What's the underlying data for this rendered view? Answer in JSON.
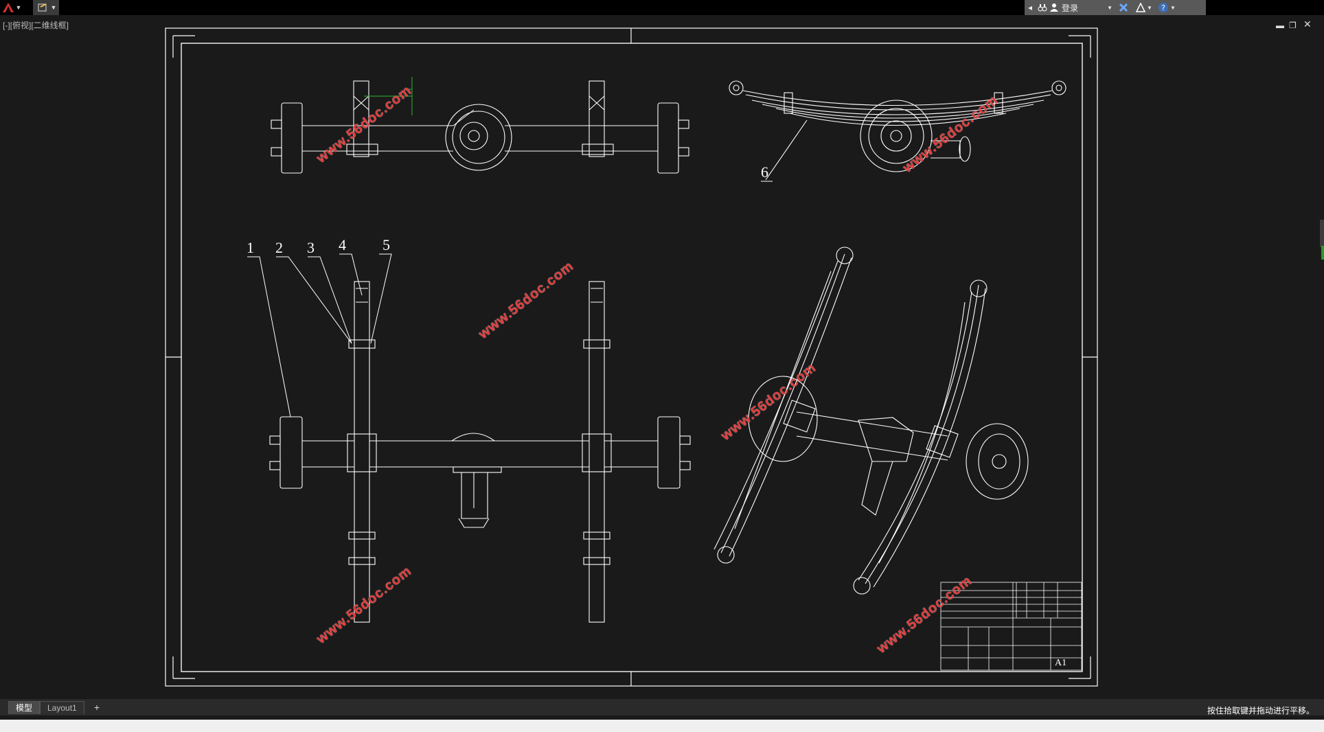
{
  "app": {
    "logo_icon": "autocad-logo-icon"
  },
  "quick_access": {
    "tool_icon": "quick-access-tool-icon"
  },
  "infobar": {
    "login_label": "登录"
  },
  "viewport": {
    "label": "[-][俯视][二维线框]"
  },
  "balloons": [
    "1",
    "2",
    "3",
    "4",
    "5",
    "6"
  ],
  "watermark": "www.56doc.com",
  "title_block": {
    "sheet_size": "A1"
  },
  "tabs": {
    "model": "模型",
    "layout1": "Layout1",
    "add": "+"
  },
  "status": {
    "message": "按住拾取键并拖动进行平移。"
  },
  "colors": {
    "background": "#1a1a1a",
    "lines": "#ffffff",
    "watermark": "#e03a3a",
    "accent_green": "#2c9a2c"
  }
}
